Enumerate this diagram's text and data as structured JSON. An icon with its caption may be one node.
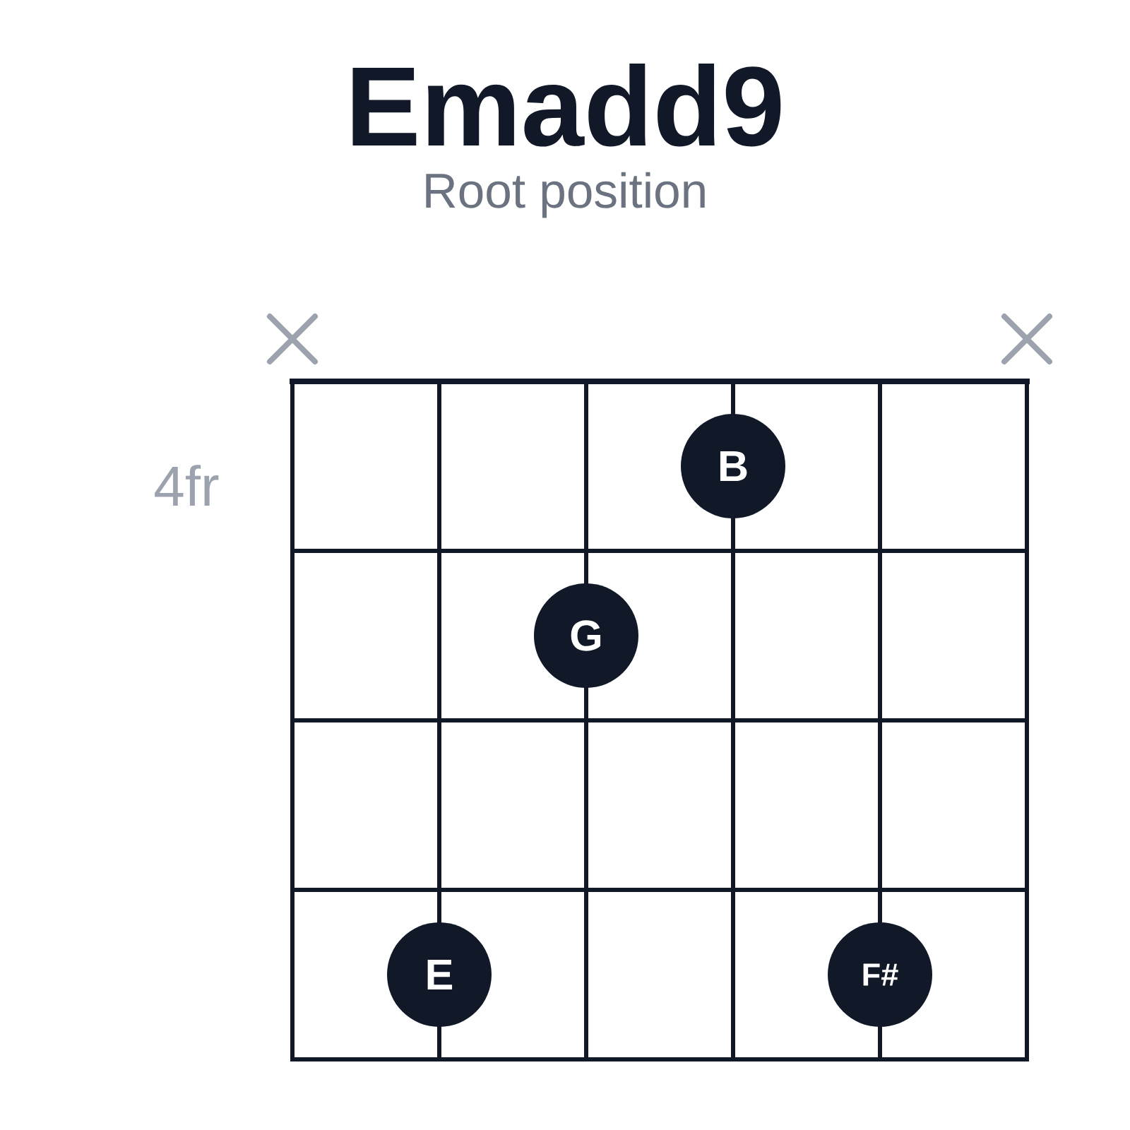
{
  "diagram": {
    "title": "Emadd9",
    "nodes": [
      {
        "text": [
          "B"
        ]
      },
      {
        "text": [
          "G"
        ]
      },
      {
        "text": [
          "E"
        ]
      },
      {
        "text": [
          "F#"
        ]
      }
    ],
    "labels": [
      "Root position",
      "4fr"
    ]
  }
}
